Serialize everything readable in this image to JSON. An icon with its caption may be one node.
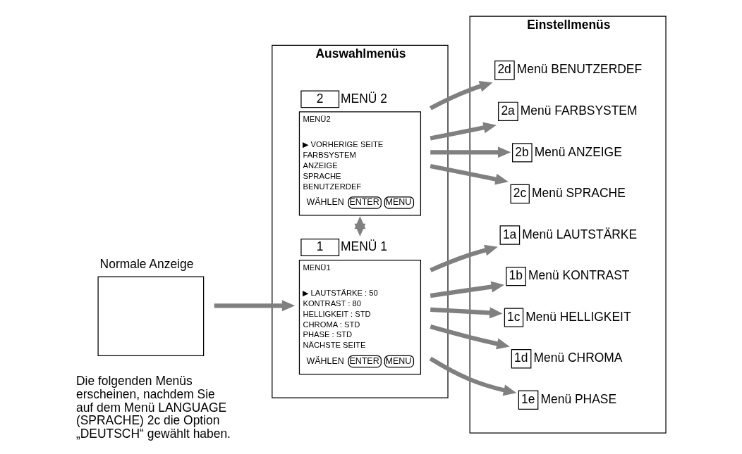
{
  "diagram": {
    "nodes": [
      {
        "text": [
          "Auswahlmenüs"
        ]
      },
      {
        "text": [
          "Einstellmenüs"
        ]
      },
      {
        "text": [
          "Normale Anzeige"
        ]
      },
      {
        "text": [
          "1",
          "MENÜ 1",
          "MENÜ1",
          "▶ LAUTSTÄRKE : 50",
          "KONTRAST : 80",
          "HELLIGKEIT : STD",
          "CHROMA : STD",
          "PHASE : STD",
          "NÄCHSTE SEITE",
          "WÄHLEN",
          "ENTER",
          "MENU"
        ],
        "in": 0
      },
      {
        "text": [
          "2",
          "MENÜ 2",
          "MENÜ2",
          "▶ VORHERIGE SEITE",
          "FARBSYSTEM",
          "ANZEIGE",
          "SPRACHE",
          "BENUTZERDEF",
          "WÄHLEN",
          "ENTER",
          "MENU"
        ],
        "in": 0
      },
      {
        "text": [
          "1a",
          "Menü LAUTSTÄRKE"
        ],
        "in": 1
      },
      {
        "text": [
          "1b",
          "Menü KONTRAST"
        ],
        "in": 1
      },
      {
        "text": [
          "1c",
          "Menü HELLIGKEIT"
        ],
        "in": 1
      },
      {
        "text": [
          "1d",
          "Menü CHROMA"
        ],
        "in": 1
      },
      {
        "text": [
          "1e",
          "Menü PHASE"
        ],
        "in": 1
      },
      {
        "text": [
          "2a",
          "Menü FARBSYSTEM"
        ],
        "in": 1
      },
      {
        "text": [
          "2b",
          "Menü ANZEIGE"
        ],
        "in": 1
      },
      {
        "text": [
          "2c",
          "Menü SPRACHE"
        ],
        "in": 1
      },
      {
        "text": [
          "2d",
          "Menü BENUTZERDEF"
        ],
        "in": 1
      }
    ],
    "edges": [
      {
        "from": 2,
        "to": 3,
        "arrow": "to"
      },
      {
        "from": 3,
        "to": 4,
        "arrow": "both"
      },
      {
        "from": 3,
        "to": 5,
        "arrow": "to"
      },
      {
        "from": 3,
        "to": 6,
        "arrow": "to"
      },
      {
        "from": 3,
        "to": 7,
        "arrow": "to"
      },
      {
        "from": 3,
        "to": 8,
        "arrow": "to"
      },
      {
        "from": 3,
        "to": 9,
        "arrow": "to"
      },
      {
        "from": 4,
        "to": 10,
        "arrow": "to"
      },
      {
        "from": 4,
        "to": 11,
        "arrow": "to"
      },
      {
        "from": 4,
        "to": 12,
        "arrow": "to"
      },
      {
        "from": 4,
        "to": 13,
        "arrow": "to"
      }
    ],
    "labels": [
      "Die folgenden Menüs erscheinen, nachdem Sie auf dem Menü LANGUAGE (SPRACHE) 2c die Option „DEUTSCH“ gewählt haben."
    ]
  }
}
